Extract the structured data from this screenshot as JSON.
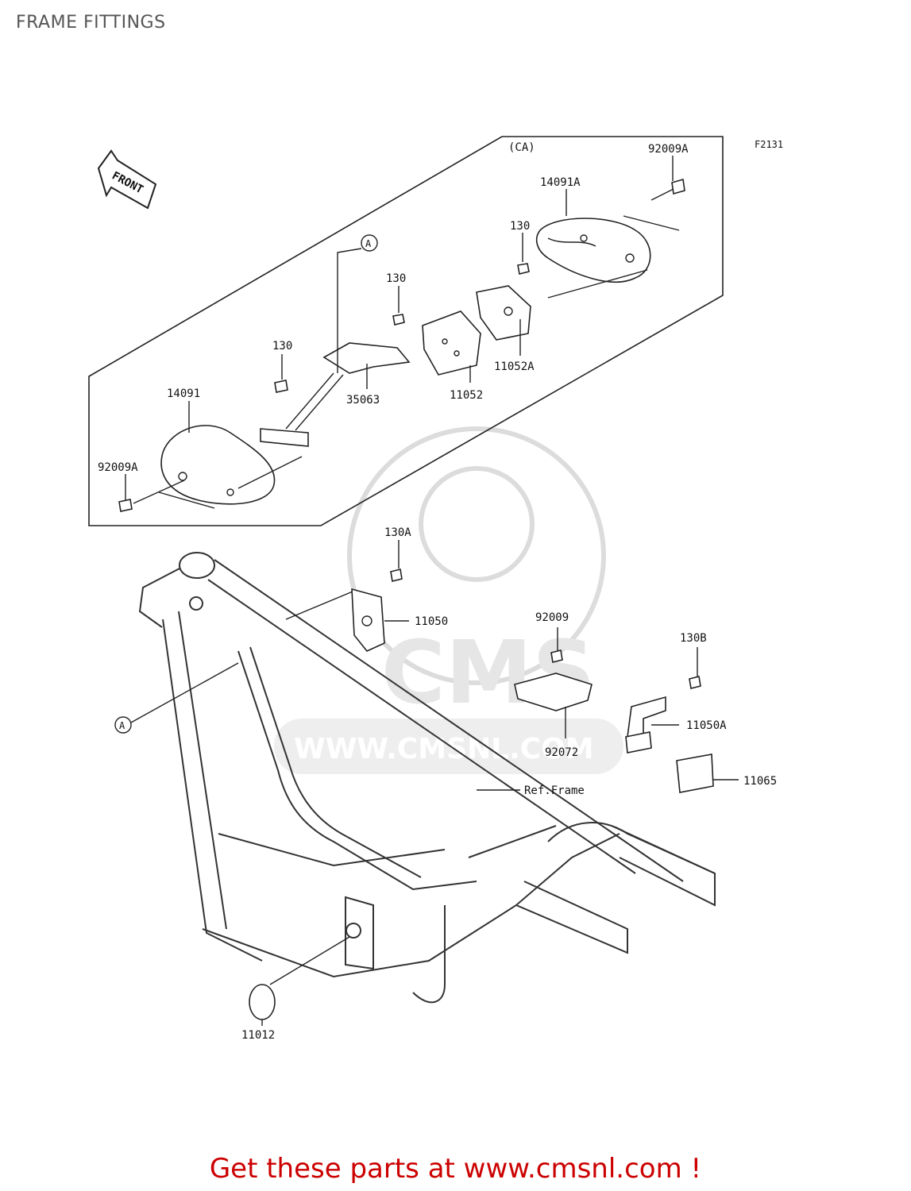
{
  "header": {
    "title": "FRAME FITTINGS"
  },
  "diagram": {
    "figure_code": "F2131",
    "front_label": "FRONT",
    "variant_label": "(CA)",
    "detail_marker": "A",
    "callouts": {
      "p92009A_top": "92009A",
      "p14091A": "14091A",
      "p130_a": "130",
      "p130_b": "130",
      "p130_c": "130",
      "p11052A": "11052A",
      "p11052": "11052",
      "p35063": "35063",
      "p14091": "14091",
      "p92009A_left": "92009A",
      "p130A": "130A",
      "p11050": "11050",
      "p92009": "92009",
      "p130B": "130B",
      "p11050A": "11050A",
      "p92072": "92072",
      "p11065": "11065",
      "ref_frame": "Ref.Frame",
      "p11012": "11012"
    },
    "watermark": {
      "logo": "CMS",
      "url": "WWW.CMSNL.COM"
    }
  },
  "footer": {
    "text": "Get these parts at www.cmsnl.com !",
    "color": "#cc0000"
  }
}
